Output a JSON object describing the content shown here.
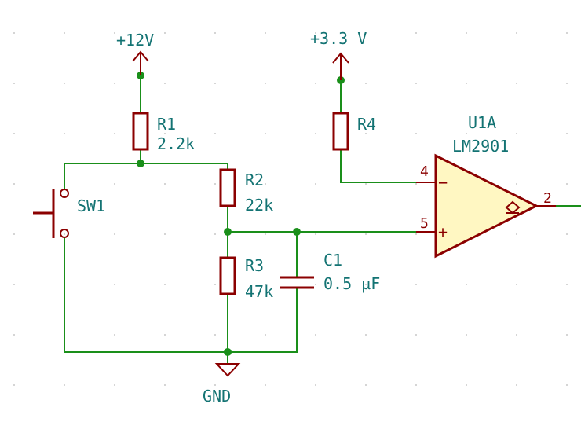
{
  "power": {
    "v12": "+12V",
    "v33": "+3.3 V",
    "gnd": "GND"
  },
  "components": {
    "r1": {
      "ref": "R1",
      "value": "2.2k"
    },
    "r2": {
      "ref": "R2",
      "value": "22k"
    },
    "r3": {
      "ref": "R3",
      "value": "47k"
    },
    "r4": {
      "ref": "R4"
    },
    "c1": {
      "ref": "C1",
      "value": "0.5 µF"
    },
    "sw1": {
      "ref": "SW1"
    },
    "u1a": {
      "ref": "U1A",
      "value": "LM2901",
      "pin_inv": "4",
      "pin_noninv": "5",
      "pin_out": "2",
      "sign_minus": "−",
      "sign_plus": "+"
    }
  },
  "colors": {
    "wire": "#1a8f1a",
    "component": "#8b0000",
    "label": "#137373",
    "opamp_fill": "#fff7c2"
  }
}
